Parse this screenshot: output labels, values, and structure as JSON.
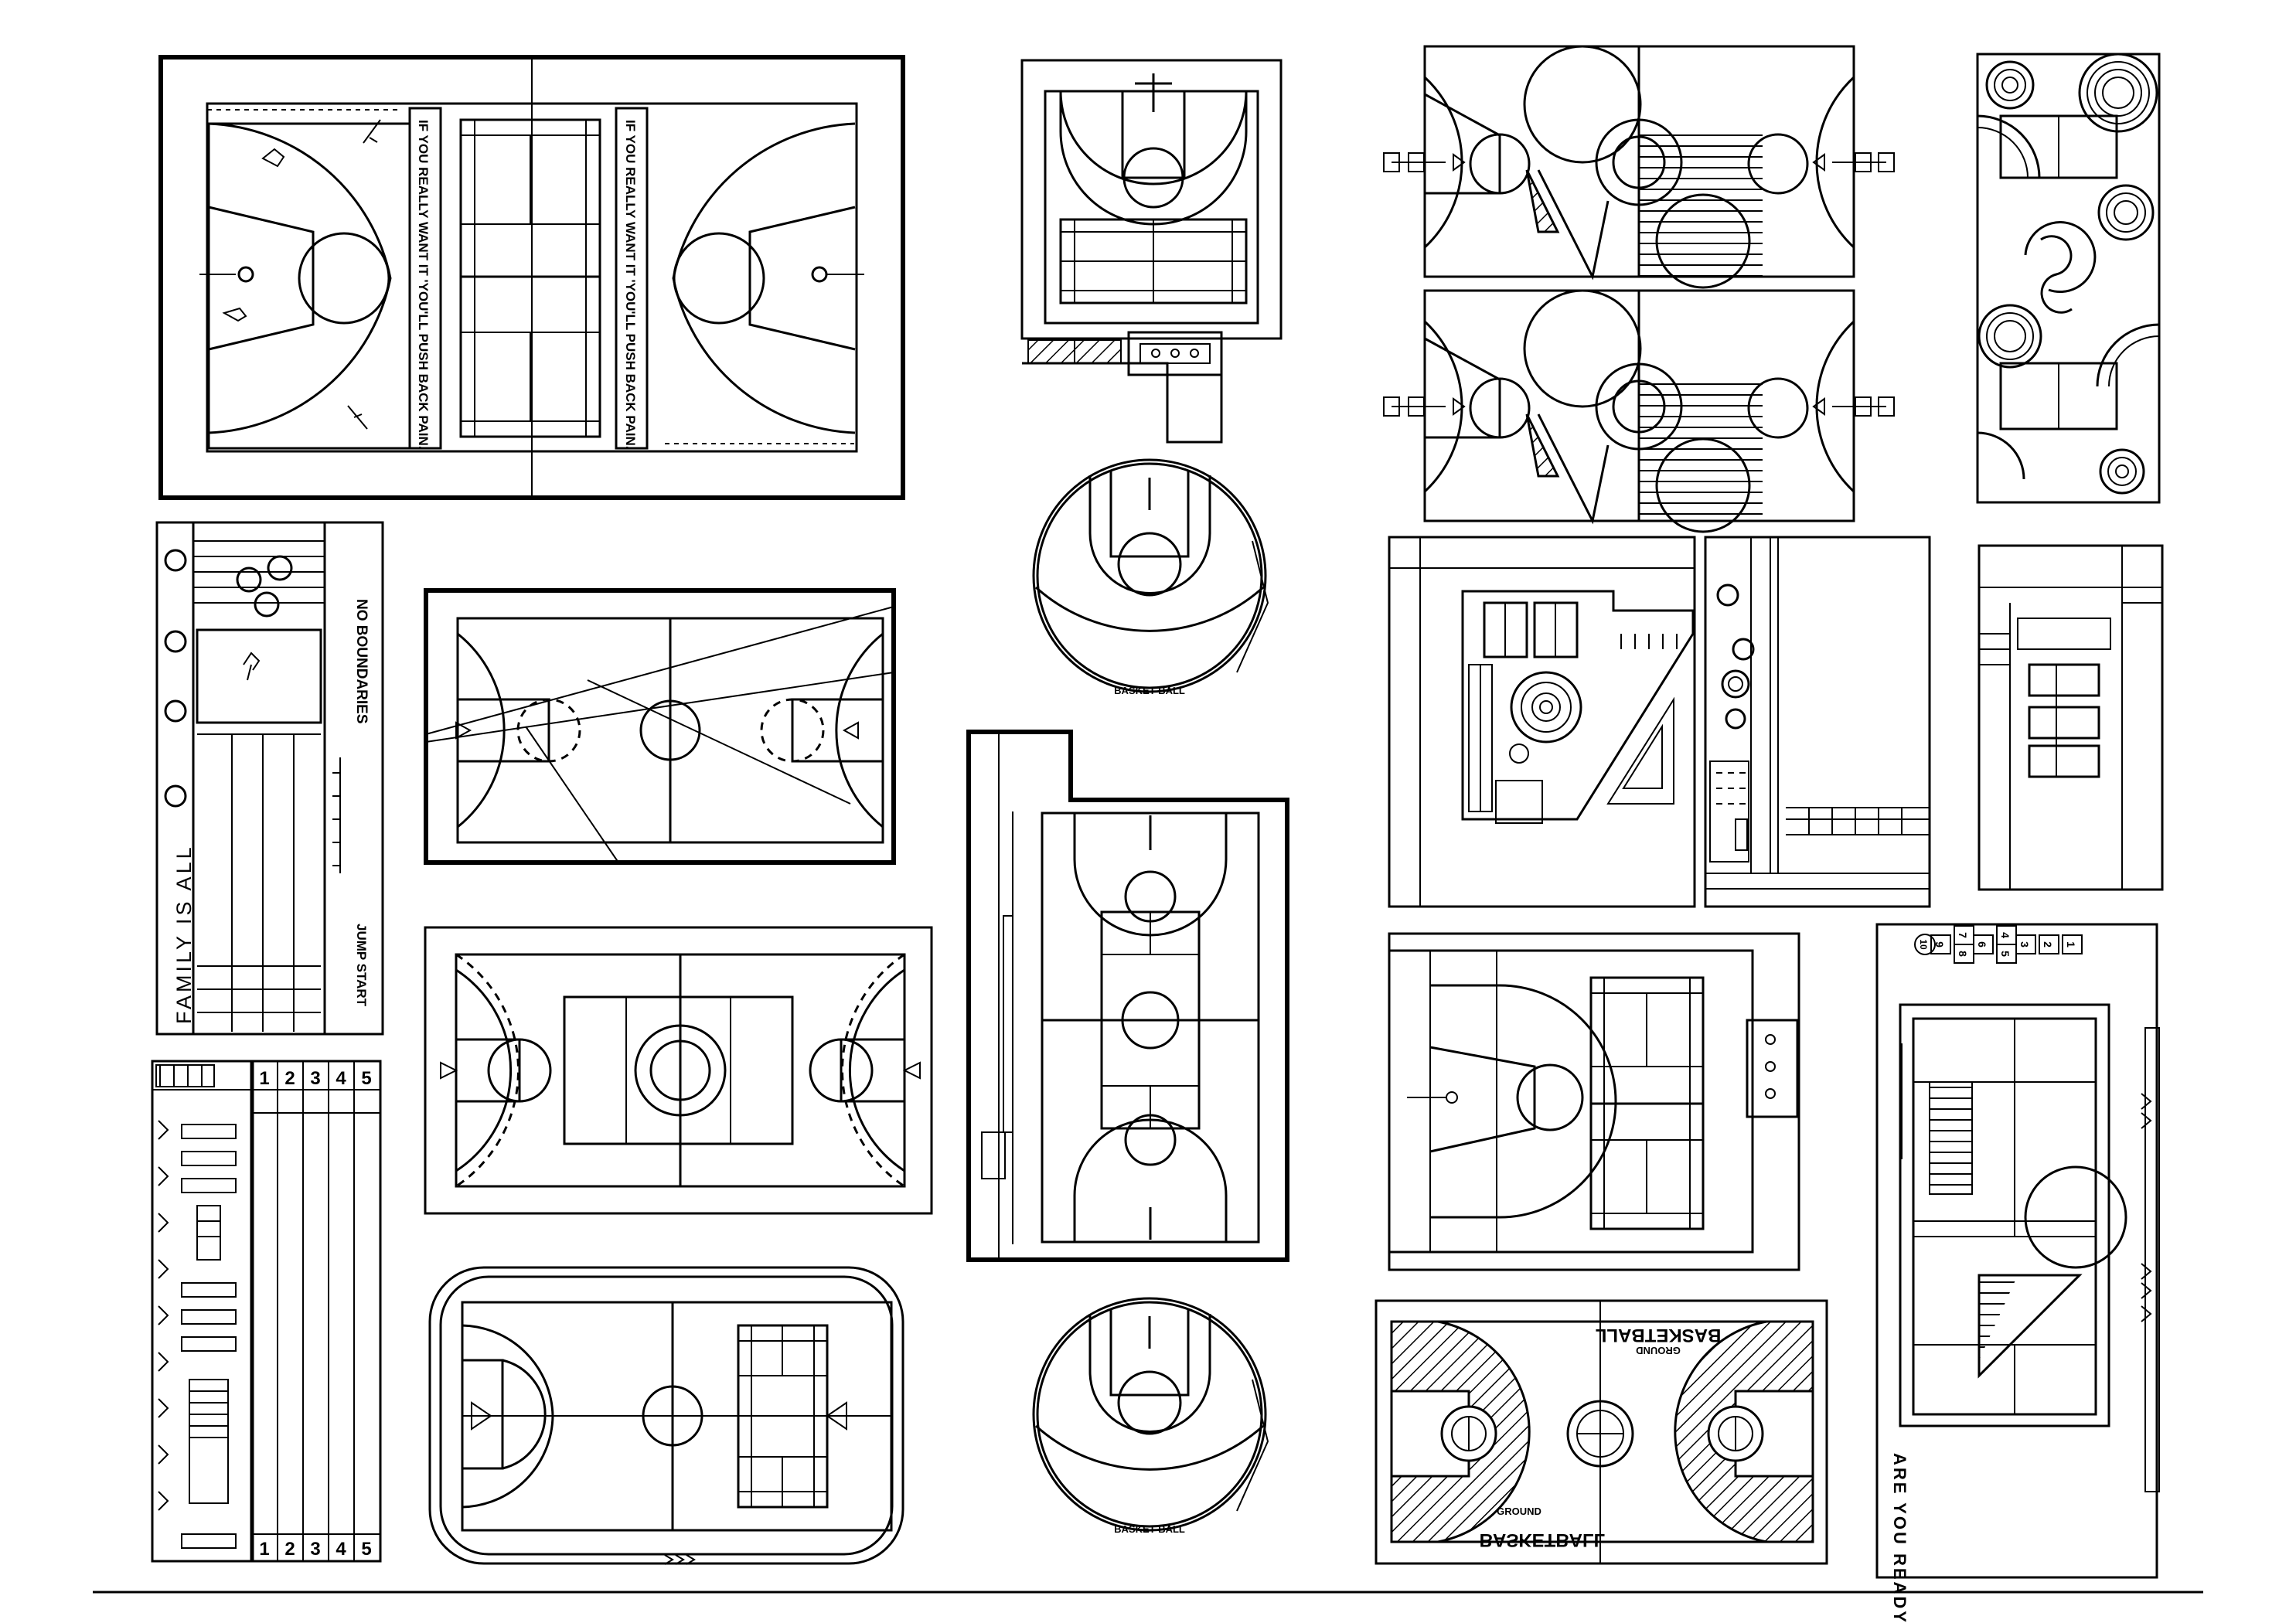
{
  "drawings": {
    "court1": {
      "slogan_left": "IF YOU REALLY WANT IT  'YOU'LL PUSH BACK PAIN.",
      "slogan_right": "IF YOU REALLY WANT IT  'YOU'LL PUSH BACK PAIN."
    },
    "family": {
      "vertical_text": "FAMILY IS ALL",
      "boundaries": "NO BOUNDARIES",
      "jump": "JUMP START"
    },
    "lanes": {
      "numbers": [
        "1",
        "2",
        "3",
        "4",
        "5"
      ]
    },
    "round1": {
      "label": "BASKET BALL"
    },
    "round2": {
      "label": "BASKET BALL"
    },
    "mirror": {
      "title_top": "BASKETBALL",
      "sub_top": "GROUND",
      "title_bottom": "BASKETBALL",
      "sub_bottom": "GROUND"
    },
    "ready": {
      "vertical_text": "ARE YOU READY",
      "hop_numbers": [
        "1",
        "2",
        "3",
        "4",
        "5",
        "6",
        "7",
        "8",
        "9",
        "10"
      ]
    }
  },
  "colors": {
    "line": "#000000",
    "background": "#ffffff"
  }
}
